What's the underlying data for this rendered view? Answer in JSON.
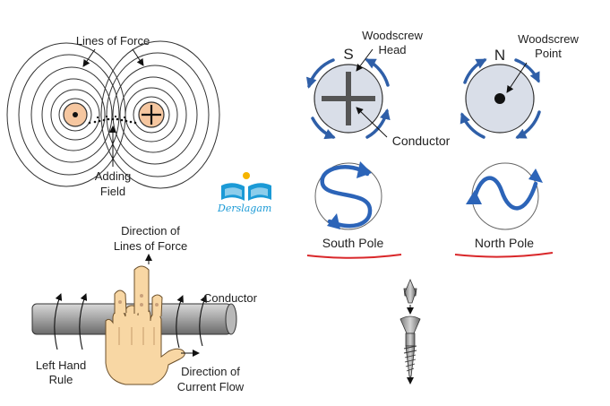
{
  "field_diagram": {
    "lines_of_force": "Lines of Force",
    "adding_field_line1": "Adding",
    "adding_field_line2": "Field"
  },
  "woodscrew": {
    "head_line1": "Woodscrew",
    "head_line2": "Head",
    "point_line1": "Woodscrew",
    "point_line2": "Point",
    "south_letter": "S",
    "north_letter": "N",
    "conductor": "Conductor"
  },
  "poles": {
    "south": "South Pole",
    "north": "North Pole"
  },
  "logo": {
    "text": "Derslagam"
  },
  "hand_rule": {
    "direction_lines_line1": "Direction of",
    "direction_lines_line2": "Lines of Force",
    "conductor": "Conductor",
    "rule_line1": "Left Hand",
    "rule_line2": "Rule",
    "current_line1": "Direction of",
    "current_line2": "Current Flow"
  },
  "colors": {
    "arrow_blue": "#2f5fa8",
    "wave_blue": "#2c64b8",
    "underline_red": "#d9272a",
    "conductor_fill": "#f6c7a0",
    "disc_fill": "#d9dee8",
    "hand_fill": "#f8d7a4",
    "logo_blue": "#1b9ad6",
    "logo_yellow": "#f5b400"
  }
}
